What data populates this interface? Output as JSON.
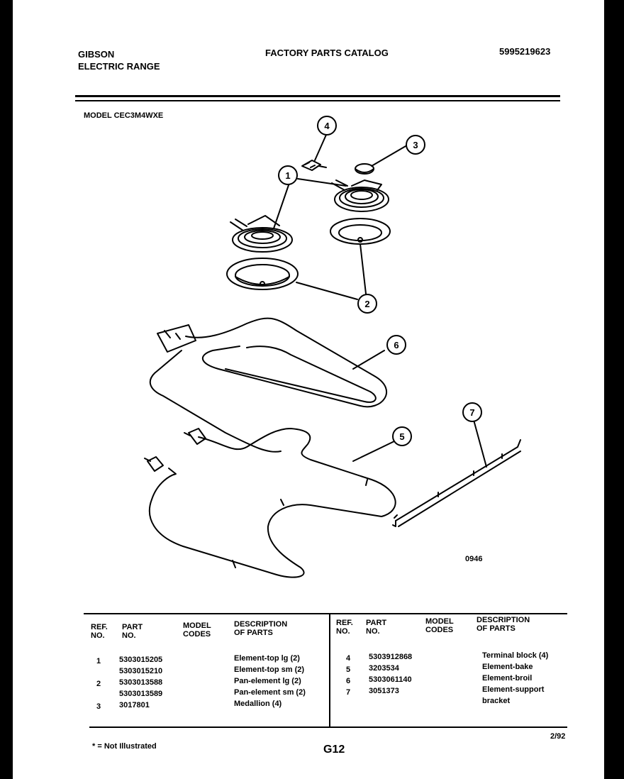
{
  "header": {
    "brand": "GIBSON",
    "product": "ELECTRIC RANGE",
    "catalog_title": "FACTORY PARTS CATALOG",
    "catalog_number": "5995219623",
    "model_label": "MODEL CEC3M4WXE"
  },
  "diagram": {
    "callouts": [
      "4",
      "3",
      "1",
      "2",
      "6",
      "7",
      "5"
    ],
    "figure_code": "0946"
  },
  "parts_table": {
    "headers_left": {
      "ref_no": [
        "REF.",
        "NO."
      ],
      "part_no": [
        "PART",
        "NO."
      ],
      "model_codes": [
        "MODEL",
        "CODES"
      ],
      "description": [
        "DESCRIPTION",
        "OF PARTS"
      ]
    },
    "headers_right": {
      "ref_no": [
        "REF.",
        "NO."
      ],
      "part_no": [
        "PART",
        "NO."
      ],
      "model_codes": [
        "MODEL",
        "CODES"
      ],
      "description": [
        "DESCRIPTION",
        "OF PARTS"
      ]
    },
    "left_rows": [
      {
        "ref": "1",
        "part": "5303015205",
        "desc": "Element-top lg (2)"
      },
      {
        "ref": "",
        "part": "5303015210",
        "desc": "Element-top sm (2)"
      },
      {
        "ref": "2",
        "part": "5303013588",
        "desc": "Pan-element lg (2)"
      },
      {
        "ref": "",
        "part": "5303013589",
        "desc": "Pan-element sm (2)"
      },
      {
        "ref": "3",
        "part": "3017801",
        "desc": "Medallion (4)"
      }
    ],
    "right_rows": [
      {
        "ref": "4",
        "part": "5303912868",
        "desc": "Terminal block (4)"
      },
      {
        "ref": "5",
        "part": "3203534",
        "desc": "Element-bake"
      },
      {
        "ref": "6",
        "part": "5303061140",
        "desc": "Element-broil"
      },
      {
        "ref": "7",
        "part": "3051373",
        "desc": "Element-support"
      },
      {
        "ref": "",
        "part": "",
        "desc": "bracket"
      }
    ]
  },
  "footer": {
    "note": "* = Not Illustrated",
    "page_code": "G12",
    "date": "2/92"
  }
}
